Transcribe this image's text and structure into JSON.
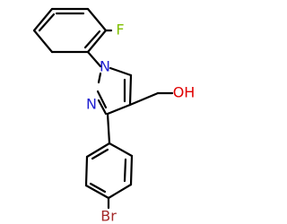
{
  "molecule": {
    "atoms": {
      "fluorine": "F",
      "nitrogen_1": "N",
      "nitrogen_2": "N",
      "hydroxyl": "OH",
      "bromine": "Br"
    },
    "colors": {
      "bond": "#000000",
      "fluorine": "#7fbf00",
      "nitrogen": "#1f1fd1",
      "oxygen": "#e00000",
      "bromine": "#a52a2a"
    }
  }
}
